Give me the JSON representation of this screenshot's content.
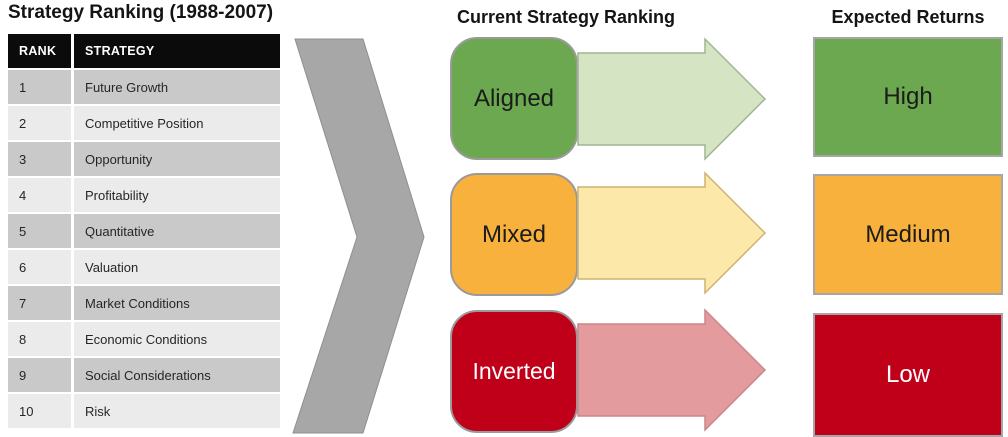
{
  "left_panel": {
    "title": "Strategy Ranking (1988-2007)",
    "table": {
      "headers": {
        "rank": "RANK",
        "strategy": "STRATEGY"
      },
      "rows": [
        {
          "rank": "1",
          "strategy": "Future Growth"
        },
        {
          "rank": "2",
          "strategy": "Competitive Position"
        },
        {
          "rank": "3",
          "strategy": "Opportunity"
        },
        {
          "rank": "4",
          "strategy": "Profitability"
        },
        {
          "rank": "5",
          "strategy": "Quantitative"
        },
        {
          "rank": "6",
          "strategy": "Valuation"
        },
        {
          "rank": "7",
          "strategy": "Market Conditions"
        },
        {
          "rank": "8",
          "strategy": "Economic Conditions"
        },
        {
          "rank": "9",
          "strategy": "Social Considerations"
        },
        {
          "rank": "10",
          "strategy": "Risk"
        }
      ]
    }
  },
  "middle_panel": {
    "title": "Current Strategy Ranking",
    "items": [
      {
        "label": "Aligned"
      },
      {
        "label": "Mixed"
      },
      {
        "label": "Inverted"
      }
    ]
  },
  "right_panel": {
    "title": "Expected Returns",
    "items": [
      {
        "label": "High"
      },
      {
        "label": "Medium"
      },
      {
        "label": "Low"
      }
    ]
  },
  "colors": {
    "aligned_green": "#6CA84F",
    "mixed_amber": "#F8B13C",
    "inverted_red": "#C00019",
    "arrow_green": "#D5E5C4",
    "arrow_amber": "#FCE8A8",
    "arrow_red": "#E39B9E",
    "chevron_gray": "#A7A7A7",
    "table_header_bg": "#0B0B0B",
    "row_dark": "#C9C9C9",
    "row_light": "#EBEBEB"
  }
}
